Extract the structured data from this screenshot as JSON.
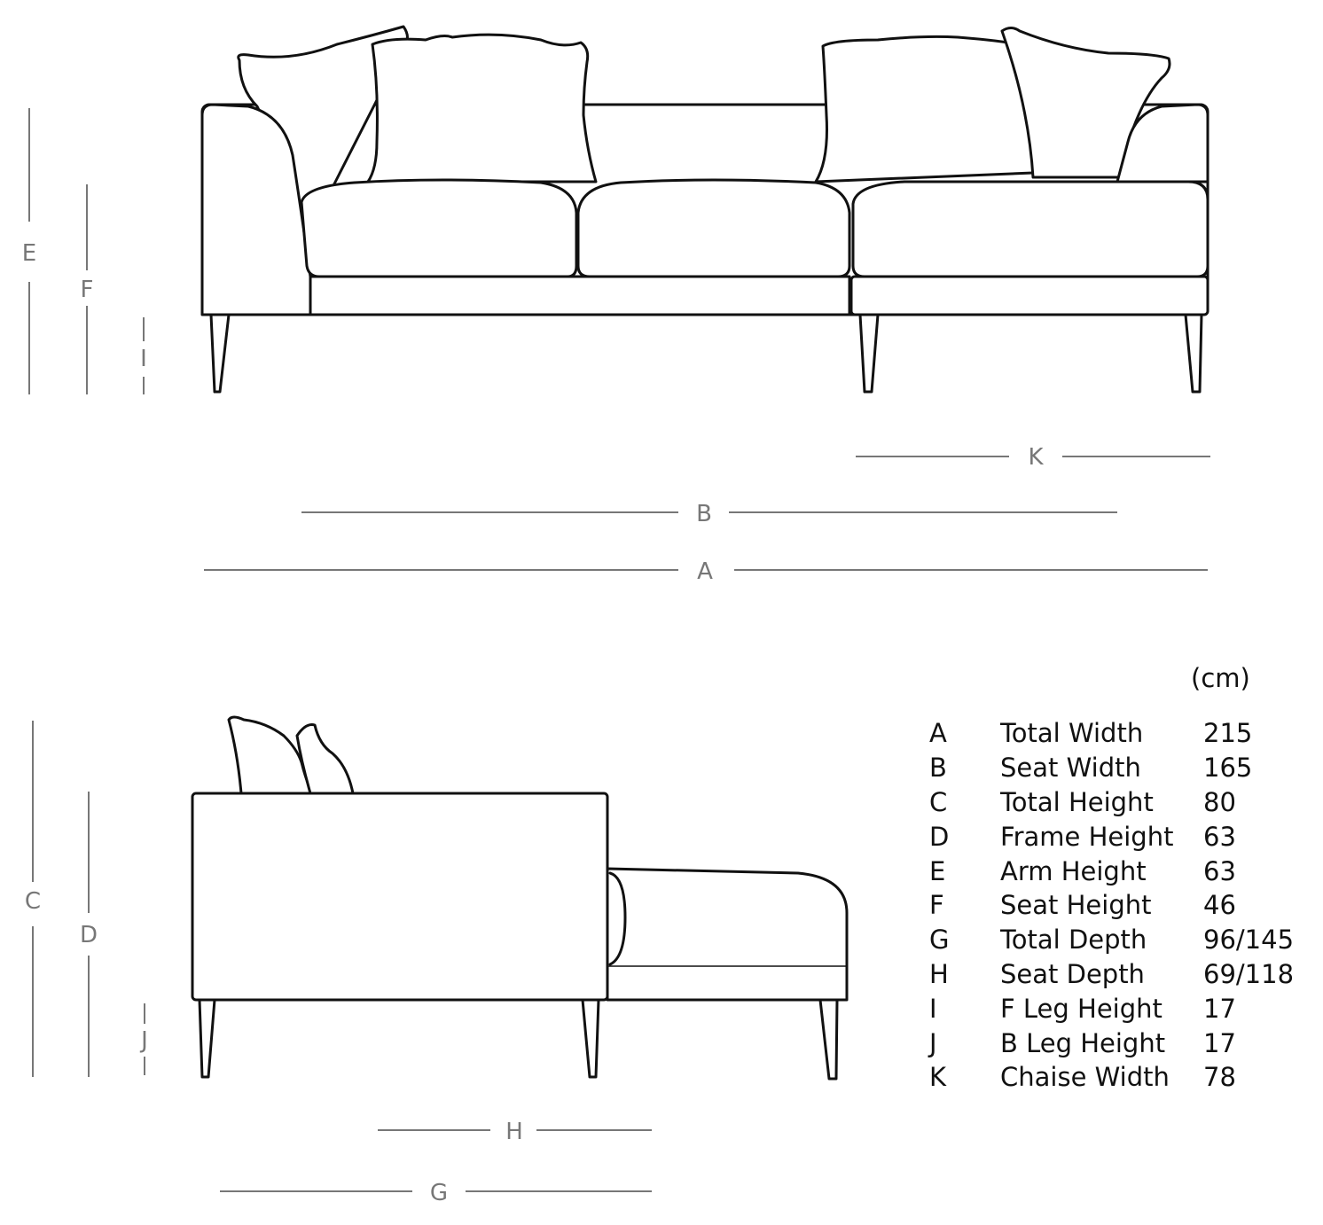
{
  "unit_label": "(cm)",
  "dimension_labels": {
    "A": "A",
    "B": "B",
    "C": "C",
    "D": "D",
    "E": "E",
    "F": "F",
    "G": "G",
    "H": "H",
    "I": "I",
    "J": "J",
    "K": "K"
  },
  "rows": [
    {
      "letter": "A",
      "name": "Total Width",
      "value": "215"
    },
    {
      "letter": "B",
      "name": "Seat Width",
      "value": "165"
    },
    {
      "letter": "C",
      "name": "Total Height",
      "value": "80"
    },
    {
      "letter": "D",
      "name": "Frame Height",
      "value": "63"
    },
    {
      "letter": "E",
      "name": "Arm Height",
      "value": "63"
    },
    {
      "letter": "F",
      "name": "Seat Height",
      "value": "46"
    },
    {
      "letter": "G",
      "name": "Total Depth",
      "value": "96/145"
    },
    {
      "letter": "H",
      "name": "Seat Depth",
      "value": "69/118"
    },
    {
      "letter": "I",
      "name": "F Leg Height",
      "value": "17"
    },
    {
      "letter": "J",
      "name": "B Leg Height",
      "value": "17"
    },
    {
      "letter": "K",
      "name": "Chaise Width",
      "value": "78"
    }
  ],
  "colors": {
    "outline": "#111111",
    "dimension": "#777777"
  }
}
